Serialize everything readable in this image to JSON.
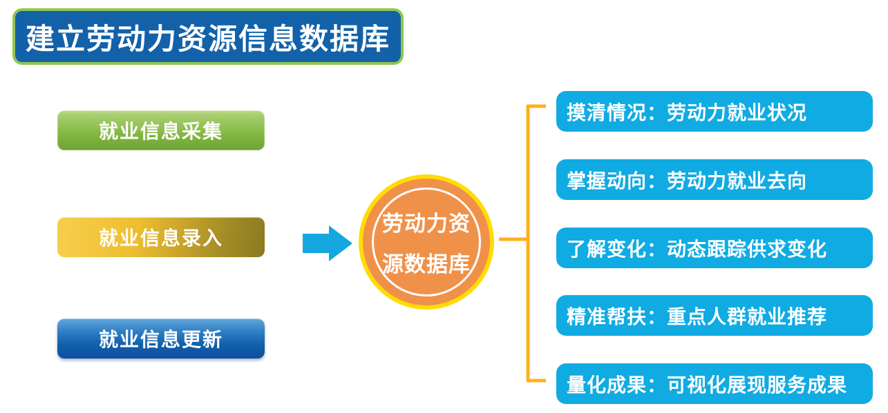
{
  "title": "建立劳动力资源信息数据库",
  "input_steps": [
    {
      "label": "就业信息采集",
      "style": "green"
    },
    {
      "label": "就业信息录入",
      "style": "gold"
    },
    {
      "label": "就业信息更新",
      "style": "blue"
    }
  ],
  "icons": {
    "flow_arrow": "right-block-arrow"
  },
  "database": {
    "line1": "劳动力资",
    "line2": "源数据库"
  },
  "outcomes": [
    {
      "label": "摸清情况：劳动力就业状况"
    },
    {
      "label": "掌握动向：劳动力就业去向"
    },
    {
      "label": "了解变化：动态跟踪供求变化"
    },
    {
      "label": "精准帮扶：重点人群就业推荐"
    },
    {
      "label": "量化成果：可视化展现服务成果"
    }
  ],
  "colors": {
    "title_background": "#1261A9",
    "title_border": "#8FC74F",
    "step_green_start": "#A9CE70",
    "step_green_end": "#6FA335",
    "step_gold_start": "#F7CE4D",
    "step_gold_end": "#8A7A20",
    "step_blue_start": "#4A97D5",
    "step_blue_end": "#0D4FA0",
    "arrow": "#14A7E0",
    "database_fill": "#F0914A",
    "database_ring": "#FFDC05",
    "bracket": "#FFB01E",
    "outcome_background": "#10ABE2",
    "text": "#FFFFFF"
  }
}
